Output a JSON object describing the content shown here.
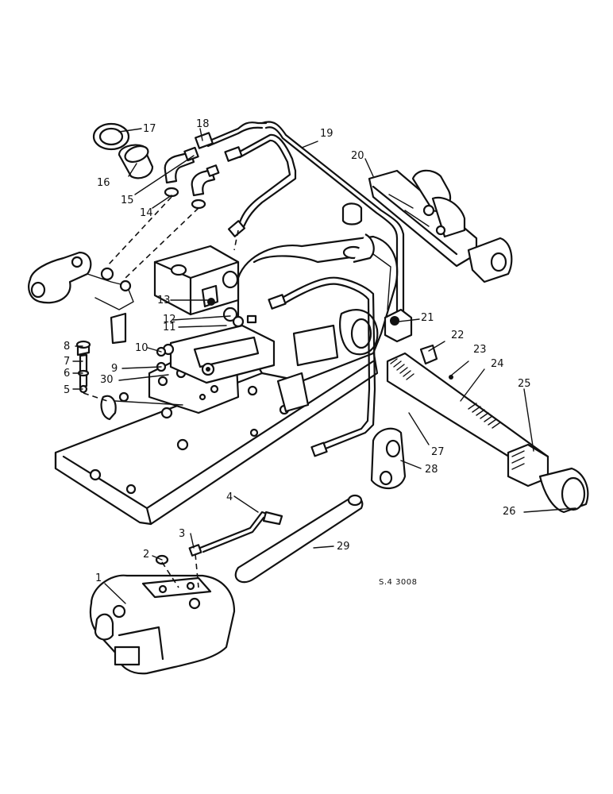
{
  "diagram": {
    "code": "S.4 3008",
    "callouts": [
      "1",
      "2",
      "3",
      "4",
      "5",
      "6",
      "7",
      "8",
      "9",
      "10",
      "11",
      "12",
      "13",
      "14",
      "15",
      "16",
      "17",
      "18",
      "19",
      "20",
      "21",
      "22",
      "23",
      "24",
      "25",
      "26",
      "27",
      "28",
      "29",
      "30"
    ]
  }
}
